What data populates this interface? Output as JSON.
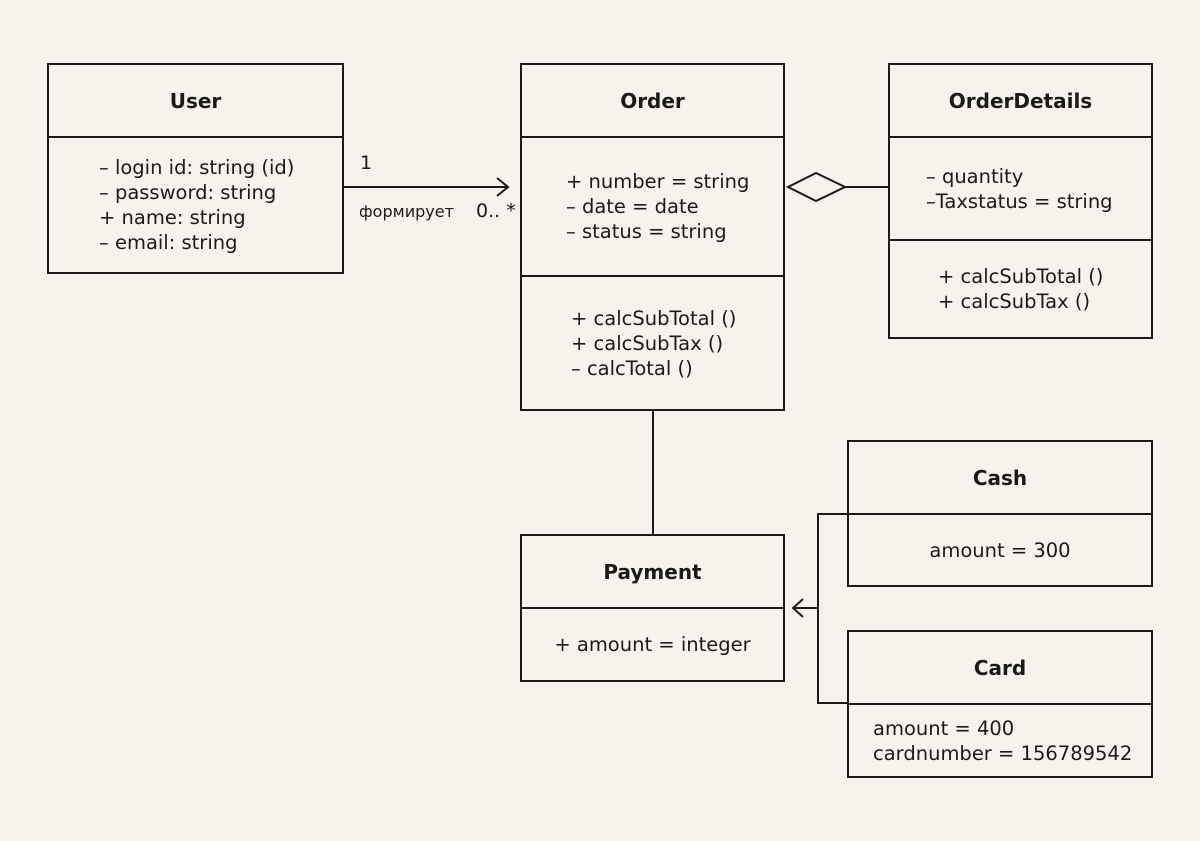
{
  "classes": {
    "user": {
      "name": "User",
      "attributes": [
        "– login id: string (id)",
        "– password: string",
        "+ name: string",
        "– email: string"
      ]
    },
    "order": {
      "name": "Order",
      "attributes": [
        "+ number = string",
        "– date = date",
        "– status = string"
      ],
      "methods": [
        "+ calcSubTotal ()",
        "+ calcSubTax ()",
        "– calcTotal ()"
      ]
    },
    "order_details": {
      "name": "OrderDetails",
      "attributes": [
        "– quantity",
        "–Taxstatus = string"
      ],
      "methods": [
        "+ calcSubTotal ()",
        "+ calcSubTax ()"
      ]
    },
    "payment": {
      "name": "Payment",
      "attributes": [
        "+ amount = integer"
      ]
    },
    "cash": {
      "name": "Cash",
      "attributes": [
        "amount = 300"
      ]
    },
    "card": {
      "name": "Card",
      "attributes": [
        "amount = 400",
        "cardnumber = 156789542"
      ]
    }
  },
  "relations": {
    "user_order": {
      "source_multiplicity": "1",
      "target_multiplicity": "0.. *",
      "label": "формирует"
    }
  }
}
